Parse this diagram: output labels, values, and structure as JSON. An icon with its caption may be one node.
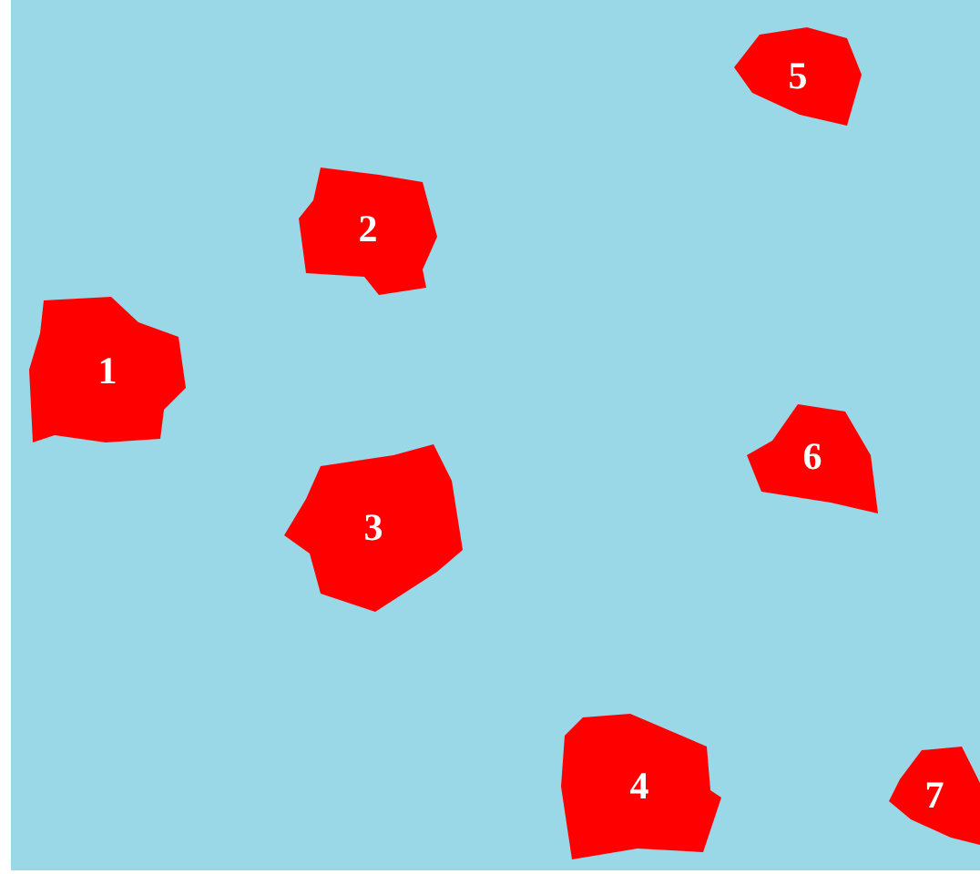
{
  "diagram": {
    "nodes": [
      {
        "text": [
          "1"
        ]
      },
      {
        "text": [
          "2"
        ]
      },
      {
        "text": [
          "3"
        ]
      },
      {
        "text": [
          "4"
        ]
      },
      {
        "text": [
          "5"
        ]
      },
      {
        "text": [
          "6"
        ]
      },
      {
        "text": [
          "7"
        ]
      }
    ]
  }
}
